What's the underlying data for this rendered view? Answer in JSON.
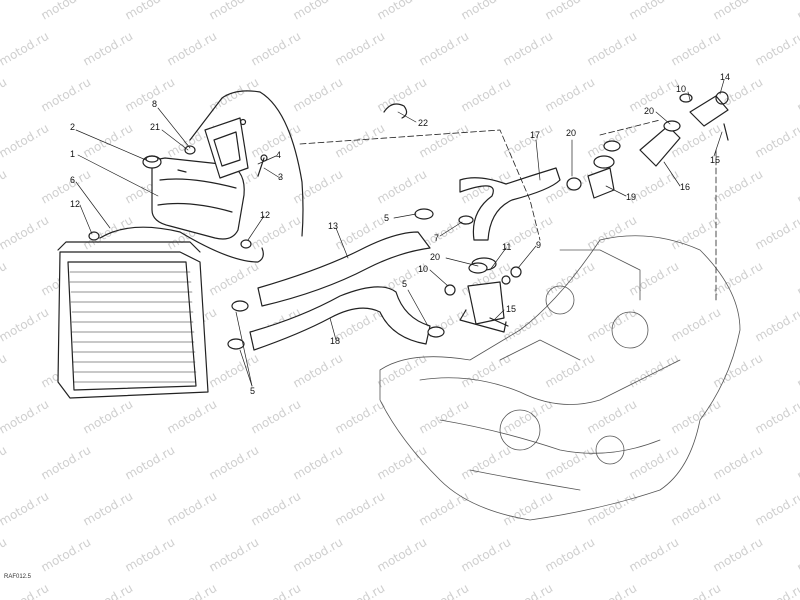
{
  "watermark": "motod.ru",
  "drawing_code": "RAF012.5",
  "callouts": [
    {
      "id": "c8",
      "num": "8"
    },
    {
      "id": "c2",
      "num": "2"
    },
    {
      "id": "c21",
      "num": "21"
    },
    {
      "id": "c1",
      "num": "1"
    },
    {
      "id": "c6",
      "num": "6"
    },
    {
      "id": "c12a",
      "num": "12"
    },
    {
      "id": "c4",
      "num": "4"
    },
    {
      "id": "c3",
      "num": "3"
    },
    {
      "id": "c12b",
      "num": "12"
    },
    {
      "id": "c22",
      "num": "22"
    },
    {
      "id": "c5a",
      "num": "5"
    },
    {
      "id": "c13",
      "num": "13"
    },
    {
      "id": "c17",
      "num": "17"
    },
    {
      "id": "c20a",
      "num": "20"
    },
    {
      "id": "c7",
      "num": "7"
    },
    {
      "id": "c11",
      "num": "11"
    },
    {
      "id": "c9",
      "num": "9"
    },
    {
      "id": "c20b",
      "num": "20"
    },
    {
      "id": "c10a",
      "num": "10"
    },
    {
      "id": "c15a",
      "num": "15"
    },
    {
      "id": "c19",
      "num": "19"
    },
    {
      "id": "c10b",
      "num": "10"
    },
    {
      "id": "c14",
      "num": "14"
    },
    {
      "id": "c20c",
      "num": "20"
    },
    {
      "id": "c15b",
      "num": "15"
    },
    {
      "id": "c16",
      "num": "16"
    },
    {
      "id": "c5b",
      "num": "5"
    },
    {
      "id": "c18",
      "num": "18"
    },
    {
      "id": "c5c",
      "num": "5"
    }
  ],
  "colors": {
    "line": "#222222",
    "watermark": "#cfcfcf",
    "hose": "#ffffff"
  }
}
